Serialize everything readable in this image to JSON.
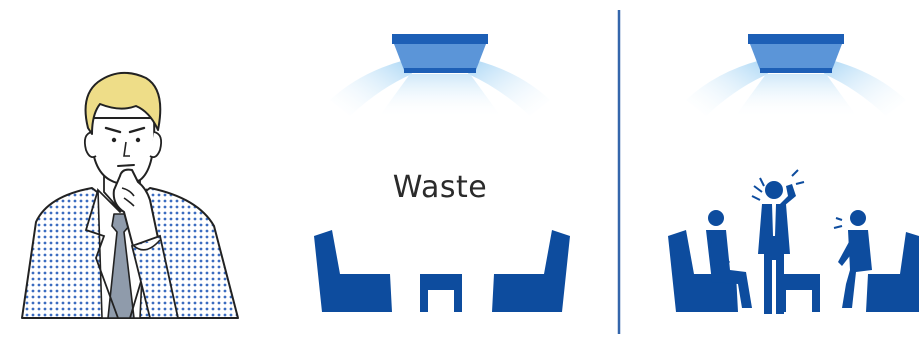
{
  "labels": {
    "empty_room": "Waste"
  },
  "colors": {
    "furniture": "#0d4c9e",
    "divider": "#3466ab",
    "ac_body": "#1d5fb6",
    "ac_panel": "#5b95d8",
    "airflow": "#bfe0f7",
    "jacket_dots": "#3b6cc0",
    "hair": "#eedd88",
    "skin": "#ffffff",
    "tie": "#8f9bab",
    "outline": "#222222"
  },
  "scenes": [
    {
      "name": "empty-room",
      "occupants": 0
    },
    {
      "name": "occupied-room",
      "occupants": 3
    }
  ]
}
